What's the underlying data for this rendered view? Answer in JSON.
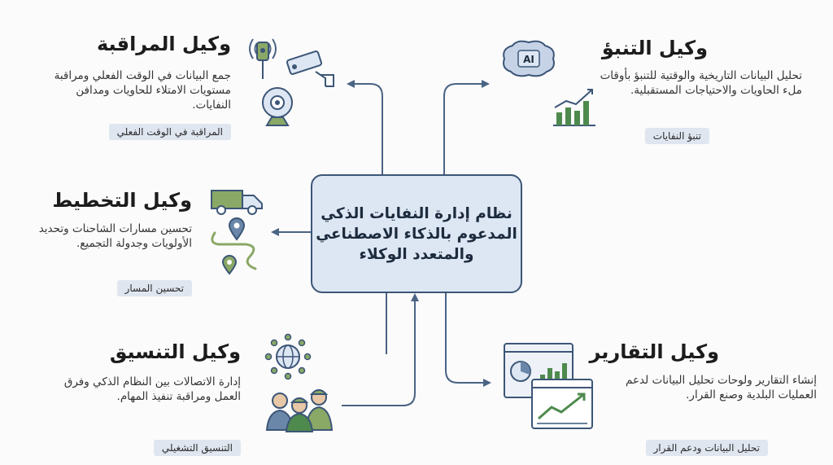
{
  "center": {
    "title": "نظام إدارة النفايات الذكي المدعوم بالذكاء الاصطناعي والمتعدد الوكلاء"
  },
  "agents": {
    "monitoring": {
      "title": "وكيل المراقبة",
      "description": "جمع البيانات في الوقت الفعلي ومراقبة مستويات الامتلاء للحاويات ومدافن النفايات.",
      "tag": "المراقبة في الوقت الفعلي"
    },
    "prediction": {
      "title": "وكيل التنبؤ",
      "description": "تحليل البيانات التاريخية والوقتية للتنبؤ بأوقات ملء الحاويات والاحتياجات المستقبلية.",
      "tag": "تنبؤ النفايات",
      "icon_text": "AI"
    },
    "planning": {
      "title": "وكيل التخطيط",
      "description": "تحسين مسارات الشاحنات وتحديد الأولويات وجدولة التجميع.",
      "tag": "تحسين المسار"
    },
    "coordination": {
      "title": "وكيل التنسيق",
      "description": "إدارة الاتصالات بين النظام الذكي وفرق العمل ومراقبة تنفيذ المهام.",
      "tag": "التنسيق التشغيلي"
    },
    "reporting": {
      "title": "وكيل التقارير",
      "description": "إنشاء التقارير ولوحات تحليل البيانات لدعم العمليات البلدية وصنع القرار.",
      "tag": "تحليل البيانات ودعم القرار"
    }
  },
  "colors": {
    "box_fill": "#dde6f3",
    "box_stroke": "#3c5677",
    "arrow": "#4a6484",
    "tag_fill": "#dfe6f0",
    "accent_green": "#4e8a4e"
  },
  "icons": [
    "sensor-icon",
    "cctv-camera-icon",
    "webcam-icon",
    "ai-brain-icon",
    "growth-chart-icon",
    "truck-icon",
    "map-pin-icon",
    "route-path-icon",
    "network-globe-icon",
    "workers-icon",
    "dashboard-report-icon"
  ]
}
